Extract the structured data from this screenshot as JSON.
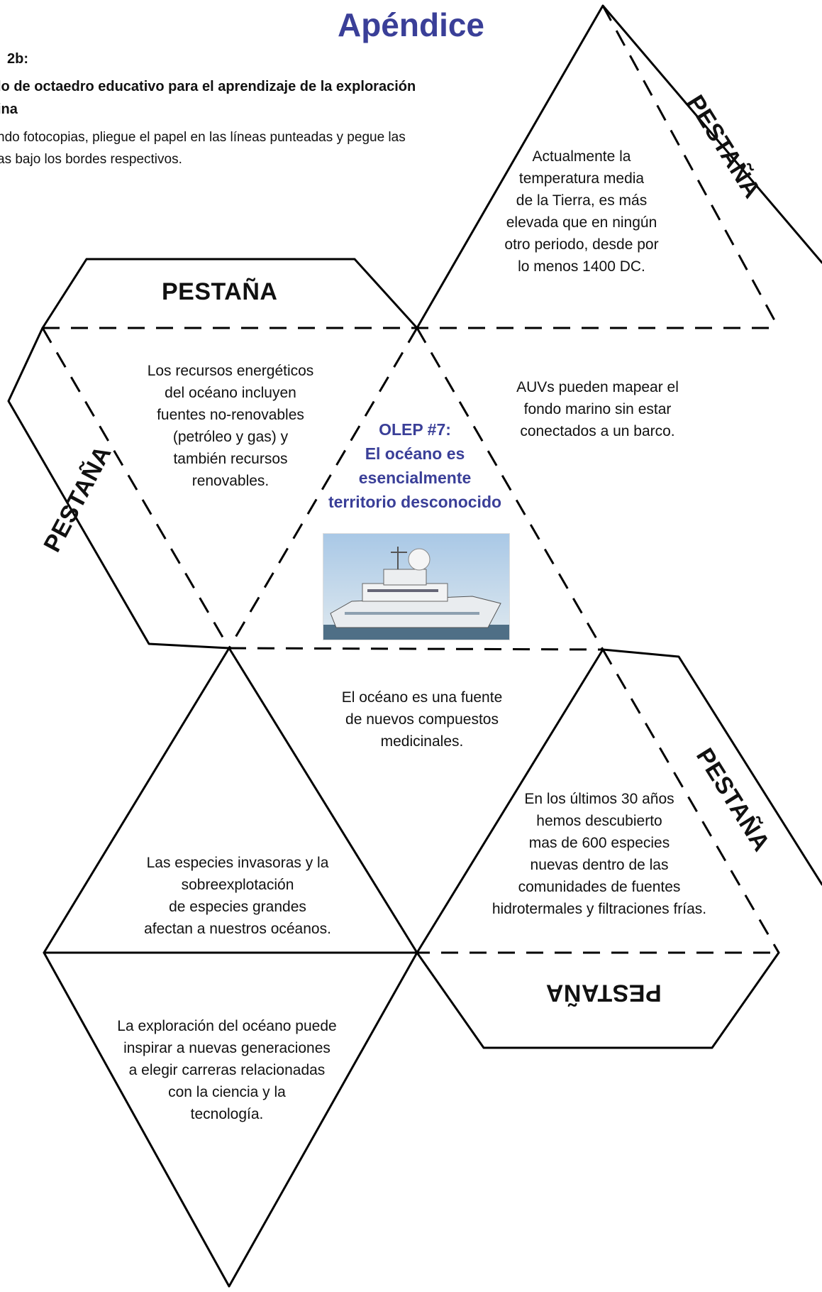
{
  "title": "Apéndice",
  "header": {
    "label": "2b:",
    "subtitle_line1": "lo de octaedro educativo para el aprendizaje de la exploración",
    "subtitle_line2": "ina",
    "instructions_line1": "ndo fotocopias, pliegue el papel en las líneas punteadas y pegue las",
    "instructions_line2": "as bajo los bordes respectivos."
  },
  "tabs": {
    "top_left": "PESTAÑA",
    "left": "PESTAÑA",
    "top_right": "PESTAÑA",
    "right": "PESTAÑA",
    "bottom_right": "PESTAÑA"
  },
  "faces": {
    "temperature": [
      "Actualmente la",
      "temperatura media",
      "de la Tierra, es más",
      "elevada que en ningún",
      "otro periodo, desde por",
      "lo menos 1400 DC."
    ],
    "energy": [
      "Los recursos energéticos",
      "del océano incluyen",
      "fuentes no-renovables",
      "(petróleo y gas) y",
      "también recursos",
      "renovables."
    ],
    "auvs": [
      "AUVs pueden mapear el",
      "fondo marino sin estar",
      "conectados a un barco."
    ],
    "center_title": [
      "OLEP #7:",
      "El océano es",
      "esencialmente",
      "territorio desconocido"
    ],
    "medicine": [
      "El océano es una fuente",
      "de nuevos compuestos",
      "medicinales."
    ],
    "species": [
      "En los últimos 30 años",
      "hemos descubierto",
      "mas de 600 especies",
      "nuevas dentro de las",
      "comunidades de fuentes",
      "hidrotermales y filtraciones frías."
    ],
    "invasive": [
      "Las especies invasoras y la",
      "sobreexplotación",
      "de especies grandes",
      "afectan a nuestros océanos."
    ],
    "exploration": [
      "La exploración del océano puede",
      "inspirar a nuevas generaciones",
      "a elegir carreras relacionadas",
      "con la ciencia y la",
      "tecnología."
    ]
  },
  "colors": {
    "accent": "#3a3f98",
    "line": "#000000"
  }
}
